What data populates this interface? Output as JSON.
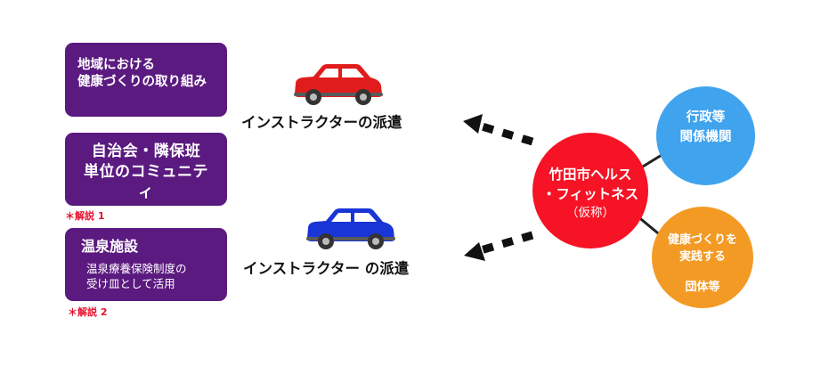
{
  "boxes": [
    {
      "lines": [
        "地域における",
        "健康づくりの取り組み"
      ]
    },
    {
      "lines": [
        "自治会・隣保班",
        "単位のコミュニティ"
      ]
    },
    {
      "title": "温泉施設",
      "sub": [
        "温泉療養保険制度の",
        "受け皿として活用"
      ]
    }
  ],
  "notes": [
    "＊解説 1",
    "＊解説 2"
  ],
  "labels": [
    "インストラクターの派遣",
    "インストラクター の派遣"
  ],
  "hub": {
    "lines": [
      "竹田市ヘルス",
      "・フィットネス"
    ],
    "sub": "（仮称）"
  },
  "admin": {
    "lines": [
      "行政等",
      "関係機関"
    ]
  },
  "groups": {
    "lines": [
      "健康づくりを",
      "実践する"
    ],
    "last": "団体等"
  },
  "colors": {
    "box": "#5b1a80",
    "hub": "#f51325",
    "admin": "#40a3ee",
    "groups": "#f39a25",
    "note": "#e8112d",
    "car_top": "#e01c1c",
    "car_bottom": "#1a35d6"
  },
  "icons": [
    "car-icon",
    "dashed-arrow-icon"
  ]
}
